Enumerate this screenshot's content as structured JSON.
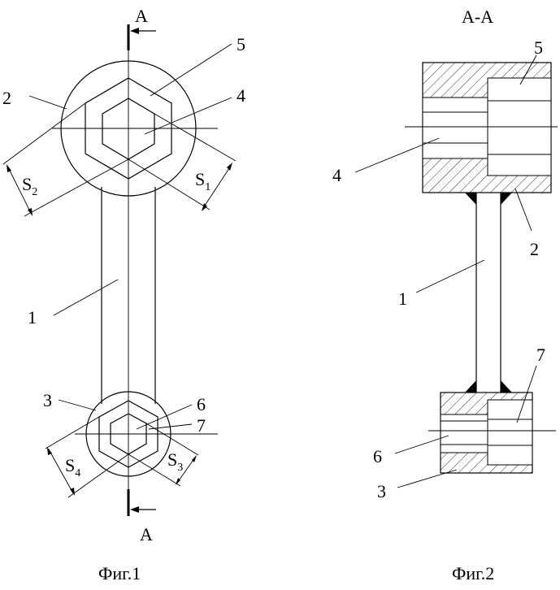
{
  "figure1": {
    "section_mark_top": "А",
    "section_mark_bottom": "А",
    "caption": "Фиг.1",
    "labels": {
      "body": "1",
      "large_head": "2",
      "small_head": "3",
      "inner_hex_large": "4",
      "outer_hex_large": "5",
      "outer_hex_small": "6",
      "inner_hex_small": "7"
    },
    "dimensions": {
      "s1": {
        "letter": "S",
        "index": "1"
      },
      "s2": {
        "letter": "S",
        "index": "2"
      },
      "s3": {
        "letter": "S",
        "index": "3"
      },
      "s4": {
        "letter": "S",
        "index": "4"
      }
    }
  },
  "figure2": {
    "section_title": "А-А",
    "caption": "Фиг.2",
    "labels": {
      "inner_hole_large": "4",
      "outer_hole_large": "5",
      "weld_large": "2",
      "shaft": "1",
      "outer_hole_small": "7",
      "inner_hole_small": "6",
      "weld_small": "3"
    }
  }
}
